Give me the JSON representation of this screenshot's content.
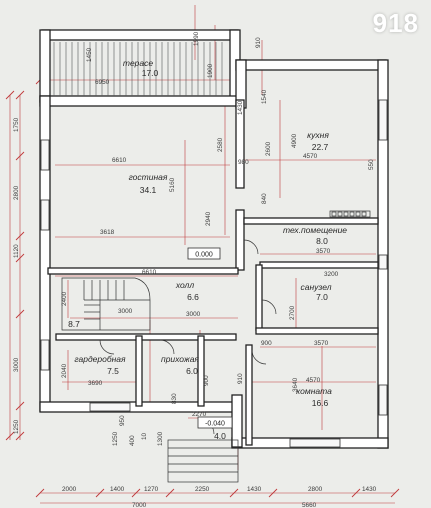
{
  "watermark": "918",
  "rooms": [
    {
      "name": "терасе",
      "area": "17.0"
    },
    {
      "name": "кухня",
      "area": "22.7"
    },
    {
      "name": "гостиная",
      "area": "34.1"
    },
    {
      "name": "тех.помещение",
      "area": "8.0"
    },
    {
      "name": "холл",
      "area": "6.6"
    },
    {
      "name": "санузел",
      "area": "7.0"
    },
    {
      "name": "",
      "area": "8.7"
    },
    {
      "name": "гардеробная",
      "area": "7.5"
    },
    {
      "name": "прихожая",
      "area": "6.0"
    },
    {
      "name": "комната",
      "area": "16.6"
    },
    {
      "name": "",
      "area": "4.0"
    }
  ],
  "levels": [
    "0.000",
    "-0.040"
  ],
  "dimensions": {
    "terrace_w": "6950",
    "terrace_h": "1450",
    "living_w": "6610",
    "living_h": "5160",
    "living_a": "3618",
    "kitchen_w": "4570",
    "kitchen_h": "4900",
    "kitchen_a": "2600",
    "v_2580": "2580",
    "v_2940": "2940",
    "tech_w": "3570",
    "wc_w": "3200",
    "wc_h": "2700",
    "hall_w": "6610",
    "hall_a": "3000",
    "hall_b": "3000",
    "wardrobe_w": "3690",
    "wardrobe_h": "2040",
    "room_w": "3570",
    "room_b": "4570",
    "room_h": "3640",
    "entry_w": "2270",
    "door_900": "900",
    "d_980": "980",
    "d_840": "840",
    "d_550": "550",
    "d_1540": "1540",
    "d_1430": "1430",
    "d_1900": "1900",
    "left_1750": "1750",
    "left_2800": "2800",
    "left_1120": "1120",
    "left_3000": "3000",
    "left_2400": "2400",
    "left_1250": "1250",
    "b_2000": "2000",
    "b_1400": "1400",
    "b_1270": "1270",
    "b_2250": "2250",
    "b_1430": "1430",
    "b_2800": "2800",
    "b_1430b": "1430",
    "b_7000": "7000",
    "b_5660": "5660",
    "b_950": "950",
    "b_400": "400",
    "b_1250": "1250",
    "b_10": "10",
    "b_1300": "1300",
    "b_830": "830",
    "b_900": "900",
    "b_910": "910",
    "top_1990": "1990",
    "top_910": "910"
  },
  "colors": {
    "background": "#ecedea",
    "wall": "#222222",
    "dimension": "#c0393b"
  }
}
